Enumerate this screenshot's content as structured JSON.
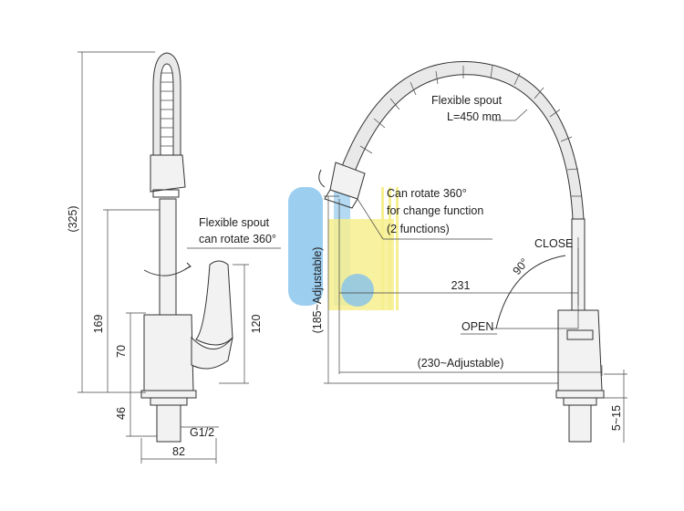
{
  "left_view": {
    "label_flexible_spout": "Flexible spout",
    "label_can_rotate": "can rotate 360°",
    "dim_total_height": "(325)",
    "dim_169": "169",
    "dim_120": "120",
    "dim_70": "70",
    "dim_46": "46",
    "dim_thread": "G1/2",
    "dim_82": "82"
  },
  "right_view": {
    "label_flexible_spout": "Flexible spout",
    "label_length": "L=450 mm",
    "label_rotate_line1": "Can rotate 360°",
    "label_rotate_line2": "for change function",
    "label_rotate_line3": "(2 functions)",
    "label_close": "CLOSE",
    "label_open": "OPEN",
    "label_angle": "90°",
    "dim_231": "231",
    "dim_adjustable_height": "(185~Adjustable)",
    "dim_adjustable_reach": "(230~Adjustable)",
    "dim_5_15": "5~15"
  },
  "colors": {
    "line": "#333333",
    "watermark_blue": "#4aa3df",
    "watermark_yellow": "#f2e35a"
  }
}
